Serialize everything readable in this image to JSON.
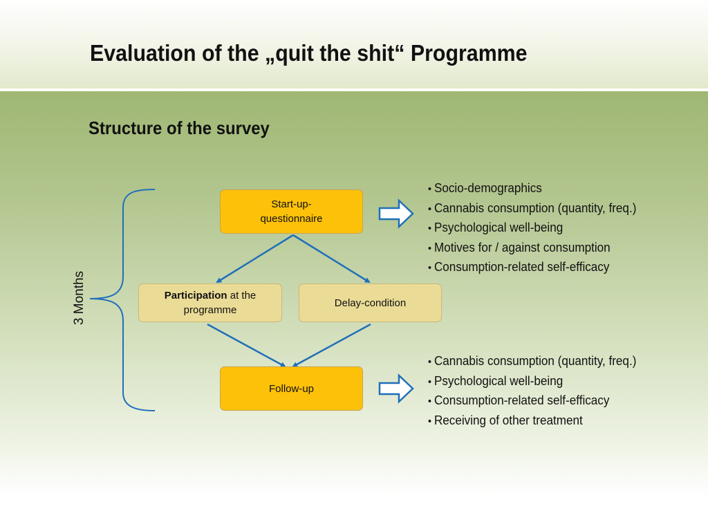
{
  "slide": {
    "title": "Evaluation of the „quit the shit“  Programme",
    "subtitle": "Structure of the survey"
  },
  "diagram": {
    "bracket_label": "3 Months",
    "nodes": {
      "startup": "Start-up-\nquestionnaire",
      "participation_bold": "Participation",
      "participation_rest": " at the programme",
      "delay": "Delay-condition",
      "followup": "Follow-up"
    },
    "colors": {
      "box_orange": "#fdc10a",
      "box_beige": "#eadb96",
      "arrow_blue": "#1f6fb9"
    },
    "startup_outputs": [
      "Socio-demographics",
      "Cannabis consumption (quantity, freq.)",
      "Psychological well-being",
      "Motives for / against consumption",
      "Consumption-related self-efficacy"
    ],
    "followup_outputs": [
      "Cannabis consumption (quantity, freq.)",
      "Psychological well-being",
      "Consumption-related self-efficacy",
      "Receiving of other treatment"
    ]
  }
}
